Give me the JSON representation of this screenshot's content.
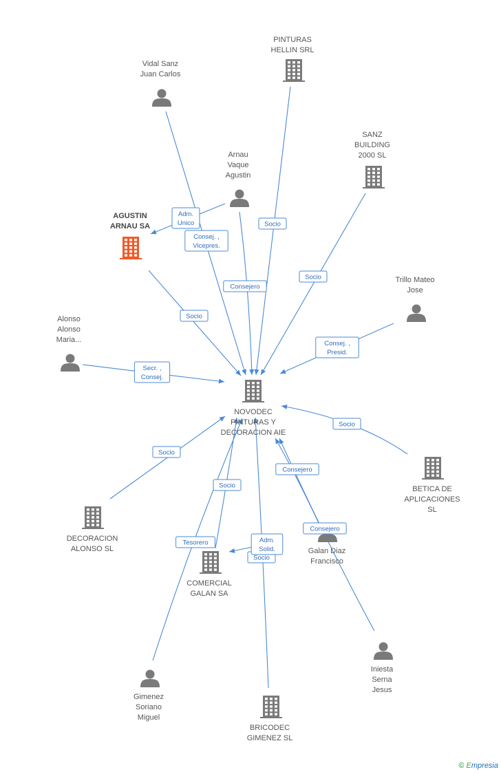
{
  "colors": {
    "edge": "#4a8ad6",
    "node": "#7a7a7a",
    "highlight": "#f05a28"
  },
  "nodes": [
    {
      "id": "center",
      "type": "company",
      "label": [
        "NOVODEC",
        "PINTURAS Y",
        "DECORACION AIE"
      ]
    },
    {
      "id": "pinturas_hellin",
      "type": "company",
      "label": [
        "PINTURAS",
        "HELLIN SRL"
      ]
    },
    {
      "id": "vidal",
      "type": "person",
      "label": [
        "Vidal Sanz",
        "Juan Carlos"
      ]
    },
    {
      "id": "sanz_building",
      "type": "company",
      "label": [
        "SANZ",
        "BUILDING",
        "2000  SL"
      ]
    },
    {
      "id": "arnau",
      "type": "person",
      "label": [
        "Arnau",
        "Vaque",
        "Agustin"
      ]
    },
    {
      "id": "agustin_arnau",
      "type": "company-highlight",
      "label": [
        "AGUSTIN",
        "ARNAU SA"
      ]
    },
    {
      "id": "trillo",
      "type": "person",
      "label": [
        "Trillo Mateo",
        "Jose"
      ]
    },
    {
      "id": "alonso",
      "type": "person",
      "label": [
        "Alonso",
        "Alonso",
        "Maria..."
      ]
    },
    {
      "id": "betica",
      "type": "company",
      "label": [
        "BETICA DE",
        "APLICACIONES",
        "SL"
      ]
    },
    {
      "id": "decoracion_alonso",
      "type": "company",
      "label": [
        "DECORACION",
        "ALONSO SL"
      ]
    },
    {
      "id": "galan",
      "type": "person",
      "label": [
        "Galan Diaz",
        "Francisco"
      ]
    },
    {
      "id": "comercial_galan",
      "type": "company",
      "label": [
        "COMERCIAL",
        "GALAN SA"
      ]
    },
    {
      "id": "iniesta",
      "type": "person",
      "label": [
        "Iniesta",
        "Serna",
        "Jesus"
      ]
    },
    {
      "id": "gimenez",
      "type": "person",
      "label": [
        "Gimenez",
        "Soriano",
        "Miguel"
      ]
    },
    {
      "id": "bricodec",
      "type": "company",
      "label": [
        "BRICODEC",
        "GIMENEZ  SL"
      ]
    }
  ],
  "edges": [
    {
      "from": "pinturas_hellin",
      "to": "center",
      "label": [
        "Socio"
      ]
    },
    {
      "from": "vidal",
      "to": "center",
      "label": [
        "Consej. ,",
        "Vicepres."
      ]
    },
    {
      "from": "sanz_building",
      "to": "center",
      "label": [
        "Socio"
      ]
    },
    {
      "from": "arnau",
      "to": "center",
      "label": [
        "Consejero"
      ]
    },
    {
      "from": "arnau",
      "to": "agustin_arnau",
      "label": [
        "Adm.",
        "Unico"
      ]
    },
    {
      "from": "agustin_arnau",
      "to": "center",
      "label": [
        "Socio"
      ]
    },
    {
      "from": "trillo",
      "to": "center",
      "label": [
        "Consej. ,",
        "Presid."
      ]
    },
    {
      "from": "alonso",
      "to": "center",
      "label": [
        "Secr. ,",
        "Consej."
      ]
    },
    {
      "from": "betica",
      "to": "center",
      "label": [
        "Socio"
      ]
    },
    {
      "from": "decoracion_alonso",
      "to": "center",
      "label": [
        "Socio"
      ]
    },
    {
      "from": "galan",
      "to": "center",
      "label": [
        "Consejero"
      ]
    },
    {
      "from": "comercial_galan",
      "to": "center",
      "label": [
        "Socio"
      ]
    },
    {
      "from": "iniesta",
      "to": "center",
      "label": [
        "Consejero"
      ]
    },
    {
      "from": "gimenez",
      "to": "center",
      "label": [
        "Tesorero"
      ]
    },
    {
      "from": "bricodec",
      "to": "center",
      "label": [
        "Socio"
      ]
    },
    {
      "from": "galan",
      "to": "comercial_galan",
      "label": [
        "Adm.",
        "Solid."
      ]
    }
  ],
  "footer": {
    "copyright": "©",
    "brand_initial": "E",
    "brand_rest": "mpresia"
  }
}
